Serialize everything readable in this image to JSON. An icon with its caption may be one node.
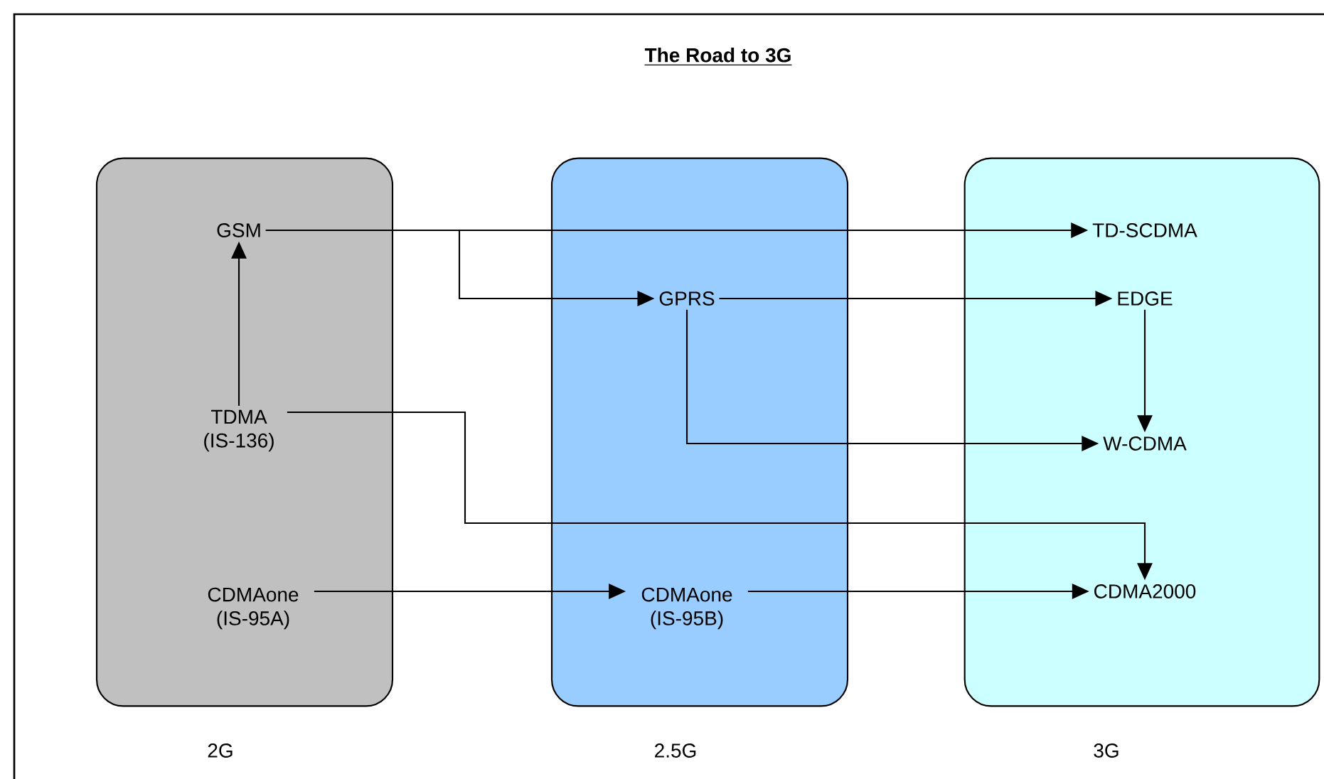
{
  "diagram": {
    "title": "The Road to 3G",
    "nodes": [
      {
        "text": [
          "2G"
        ]
      },
      {
        "text": [
          "GSM"
        ],
        "in": 0
      },
      {
        "text": [
          "TDMA (IS-136)"
        ],
        "in": 0
      },
      {
        "text": [
          "CDMAone (IS-95A)"
        ],
        "in": 0
      },
      {
        "text": [
          "2.5G"
        ]
      },
      {
        "text": [
          "GPRS"
        ],
        "in": 4
      },
      {
        "text": [
          "CDMAone (IS-95B)"
        ],
        "in": 4
      },
      {
        "text": [
          "3G"
        ]
      },
      {
        "text": [
          "TD-SCDMA"
        ],
        "in": 7
      },
      {
        "text": [
          "EDGE"
        ],
        "in": 7
      },
      {
        "text": [
          "W-CDMA"
        ],
        "in": 7
      },
      {
        "text": [
          "CDMA2000"
        ],
        "in": 7
      }
    ],
    "edges": [
      {
        "from": 2,
        "to": 1,
        "arrow": "to"
      },
      {
        "from": 1,
        "to": 8,
        "arrow": "to"
      },
      {
        "from": 1,
        "to": 5,
        "arrow": "to"
      },
      {
        "from": 5,
        "to": 9,
        "arrow": "to"
      },
      {
        "from": 5,
        "to": 10,
        "arrow": "to"
      },
      {
        "from": 9,
        "to": 10,
        "arrow": "to"
      },
      {
        "from": 2,
        "to": 11,
        "arrow": "to"
      },
      {
        "from": 3,
        "to": 6,
        "arrow": "to"
      },
      {
        "from": 6,
        "to": 11,
        "arrow": "to"
      }
    ]
  }
}
